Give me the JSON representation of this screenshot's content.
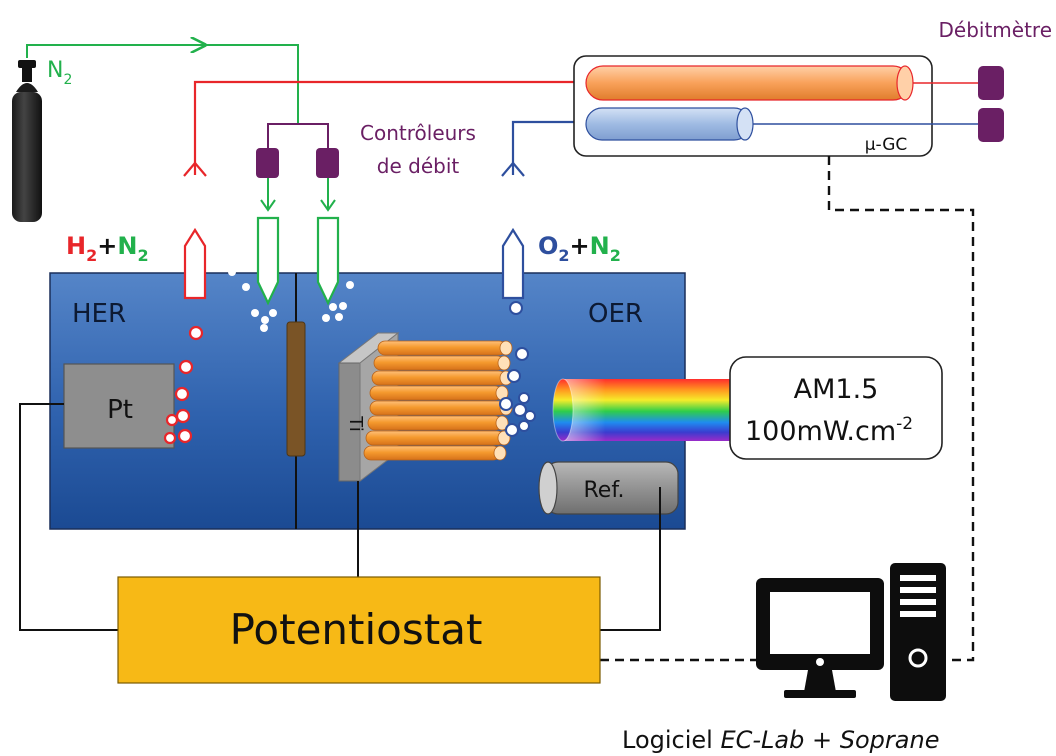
{
  "labels": {
    "n2_source": "N",
    "n2_source_sub": "2",
    "flowmeter": "Débitmètre",
    "controllers_line1": "Contrôleurs",
    "controllers_line2": "de débit",
    "h2": "H",
    "h2_sub": "2",
    "plus_left": "+",
    "n2_left": "N",
    "n2_left_sub": "2",
    "o2": "O",
    "o2_sub": "2",
    "plus_right": "+",
    "n2_right": "N",
    "n2_right_sub": "2",
    "her": "HER",
    "oer": "OER",
    "pt": "Pt",
    "ti": "Ti",
    "ref": "Ref.",
    "gc": "µ-GC",
    "light_line1": "AM1.5",
    "light_line2": "100mW.cm",
    "light_sup": "-2",
    "potentiostat": "Potentiostat",
    "software_prefix": "Logiciel ",
    "software_ec": "EC-Lab",
    "software_mid": " + ",
    "software_sop": "Soprane"
  },
  "colors": {
    "n2_line": "#22b14c",
    "h2_line": "#e8262a",
    "o2_line": "#2e4f9e",
    "controller": "#6a1f64",
    "water_top": "#4f7ec4",
    "water_bottom": "#1c4f9a",
    "potentiostat": "#f7b916",
    "tube_orange": "#f9a15a",
    "tube_blue": "#9fbbe3"
  }
}
